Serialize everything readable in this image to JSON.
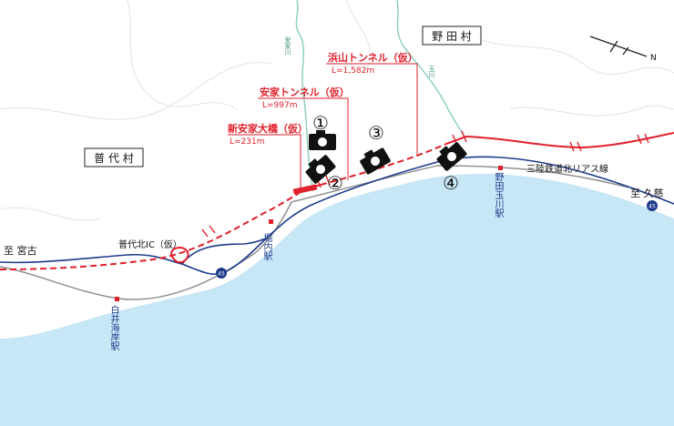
{
  "villages": {
    "futai": "普 代 村",
    "noda": "野 田 村"
  },
  "places": {
    "to_miyako": "至 宮古",
    "to_kuji": "至 久慈"
  },
  "rivers": {
    "akka": "安家川",
    "tamagawa": "玉川"
  },
  "interchange": "普代北IC（仮）",
  "railway_line": "三陸鉄道北リアス線",
  "stations": {
    "horinai": "堀内駅",
    "shirai": "白井海岸駅",
    "noda_tamagawa": "野田玉川駅"
  },
  "route_shield": "45",
  "structures": [
    {
      "name": "浜山トンネル（仮）",
      "length": "L=1,582m"
    },
    {
      "name": "安家トンネル（仮）",
      "length": "L=997m"
    },
    {
      "name": "新安家大橋（仮）",
      "length": "L=231m"
    }
  ],
  "photo_points": [
    "①",
    "②",
    "③",
    "④"
  ],
  "north_label": "N",
  "colors": {
    "sea": "#c7e6f6",
    "coast": "#ffffff",
    "land": "#ffffff",
    "national_road": "#1e3a8a",
    "new_road": "#e0202c",
    "railway": "#8a8a8a",
    "river": "#8fd0c4",
    "contour": "#e3e3e3",
    "label_red": "#e0202c"
  }
}
